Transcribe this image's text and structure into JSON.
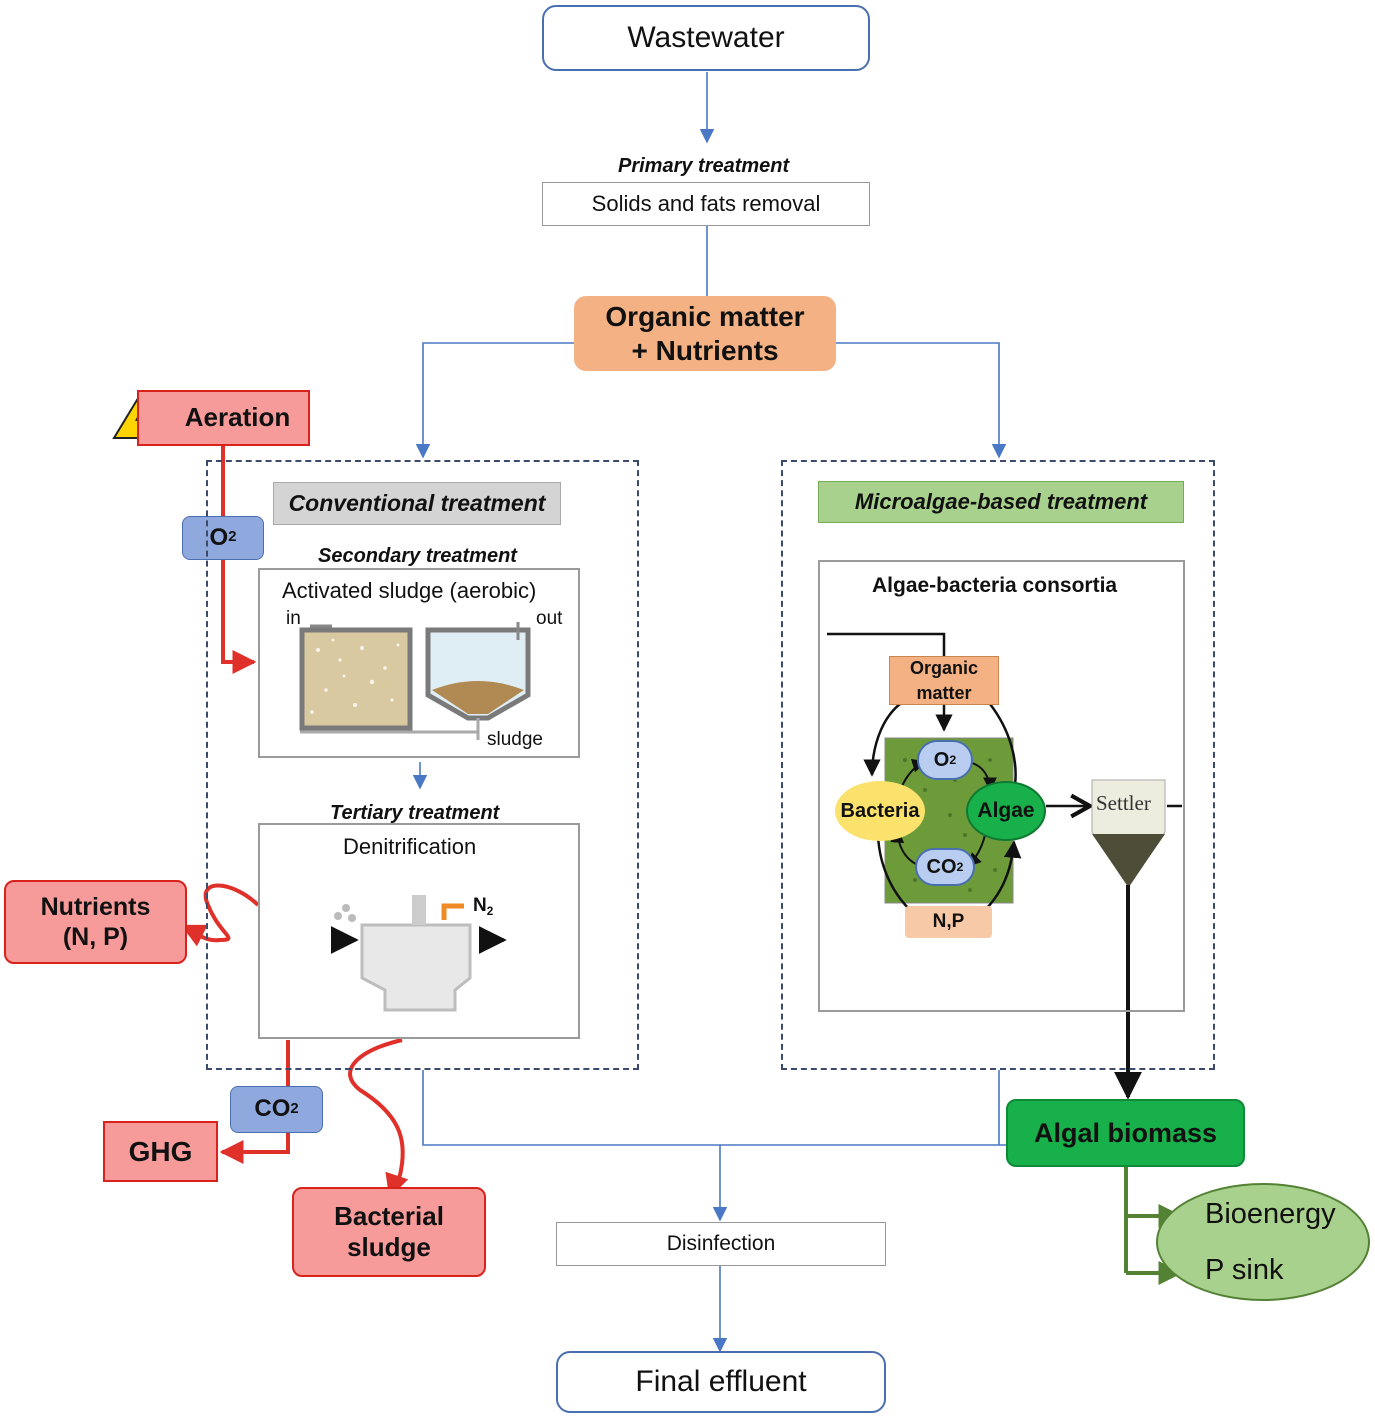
{
  "wastewater": "Wastewater",
  "primary": {
    "heading": "Primary treatment",
    "label": "Solids and fats removal"
  },
  "organic": {
    "line1": "Organic matter",
    "line2": "+ Nutrients"
  },
  "aeration": "Aeration",
  "o2": {
    "main": "O",
    "sub": "2"
  },
  "conventional": {
    "title": "Conventional treatment",
    "secondary_heading": "Secondary treatment",
    "activated_sludge": "Activated sludge (aerobic)",
    "in": "in",
    "out": "out",
    "sludge": "sludge",
    "tertiary_heading": "Tertiary treatment",
    "denitrification": "Denitrification",
    "n2": {
      "main": "N",
      "sub": "2"
    }
  },
  "nutrients_out": {
    "line1": "Nutrients",
    "line2": "(N, P)"
  },
  "co2_out": {
    "main": "CO",
    "sub": "2"
  },
  "ghg": "GHG",
  "bacterial_sludge": {
    "line1": "Bacterial",
    "line2": "sludge"
  },
  "microalgae": {
    "title": "Microalgae-based treatment",
    "consortia_title": "Algae-bacteria consortia",
    "organic_matter": {
      "line1": "Organic",
      "line2": "matter"
    },
    "o2": {
      "main": "O",
      "sub": "2"
    },
    "co2": {
      "main": "CO",
      "sub": "2"
    },
    "bacteria": "Bacteria",
    "algae": "Algae",
    "np": "N,P",
    "settler": "Settler"
  },
  "algal_biomass": "Algal biomass",
  "uses": {
    "bioenergy": "Bioenergy",
    "p_sink": "P sink"
  },
  "disinfection": "Disinfection",
  "final_effluent": "Final effluent",
  "colors": {
    "flow_blue": "#4a78c4",
    "red_flow": "#e0302a",
    "red_box": "#f79a9a",
    "orange_box": "#f4b183",
    "green_dark": "#18b04a",
    "green_light": "#a9d18e",
    "o2_blue": "#8fa9de"
  }
}
